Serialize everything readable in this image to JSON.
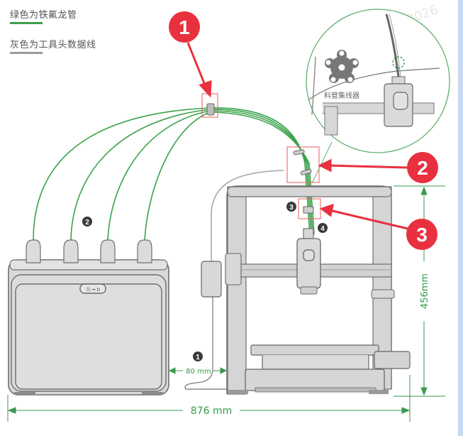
{
  "legend": {
    "green_label": "绿色为铁氟龙管",
    "gray_label": "灰色为工具头数据线",
    "green_color": "#3aa24a",
    "gray_color": "#9a9a9a"
  },
  "inset": {
    "caption": "料管集线器",
    "watermark": "7 2026"
  },
  "callouts": [
    {
      "number": "1",
      "color": "#e8303e"
    },
    {
      "number": "2",
      "color": "#e8303e"
    },
    {
      "number": "3",
      "color": "#e8303e"
    }
  ],
  "markers": {
    "m1": "1",
    "m2": "2",
    "m3": "3",
    "m4": "4"
  },
  "dimensions": {
    "gap": "80 mm",
    "width": "876 mm",
    "height": "456mm",
    "color": "#2e9e4a"
  },
  "ams": {
    "logo": "ⓑ ━ b"
  }
}
